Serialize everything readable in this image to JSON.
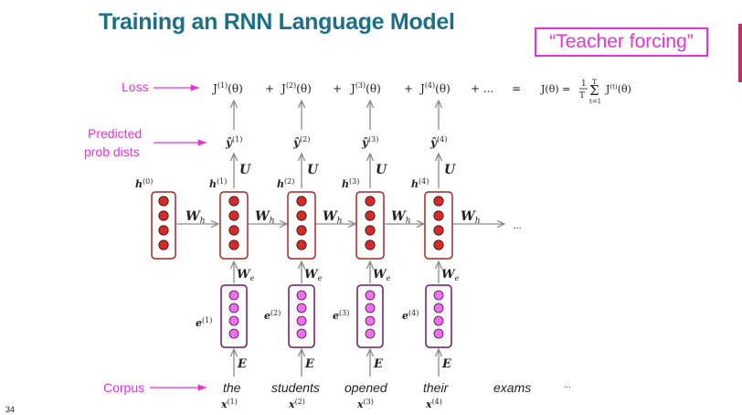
{
  "title": "Training an RNN Language Model",
  "callout": "“Teacher forcing”",
  "page_number": "34",
  "labels": {
    "loss": "Loss",
    "predicted_line1": "Predicted",
    "predicted_line2": "prob dists",
    "corpus": "Corpus"
  },
  "loss_row": {
    "terms": [
      "J(1)(θ)",
      "J(2)(θ)",
      "J(3)(θ)",
      "J(4)(θ)"
    ],
    "plus": "+",
    "more": "+ ...",
    "equals": "=",
    "formula": "J(θ) = 1/T Σt=1..T J(t)(θ)"
  },
  "words": [
    "the",
    "students",
    "opened",
    "their",
    "exams"
  ],
  "trailing": "...",
  "matrix_labels": {
    "U": "U",
    "W_h": "Wh",
    "W_e": "We",
    "E": "E"
  },
  "colors": {
    "title": "#1b6f87",
    "magenta": "#e632d8",
    "hidden_border": "#a0282a",
    "hidden_node": "#d42a2a",
    "embed_border": "#6b1a6b",
    "embed_node": "#f26ef0",
    "accent_bar": "#c0306a"
  }
}
